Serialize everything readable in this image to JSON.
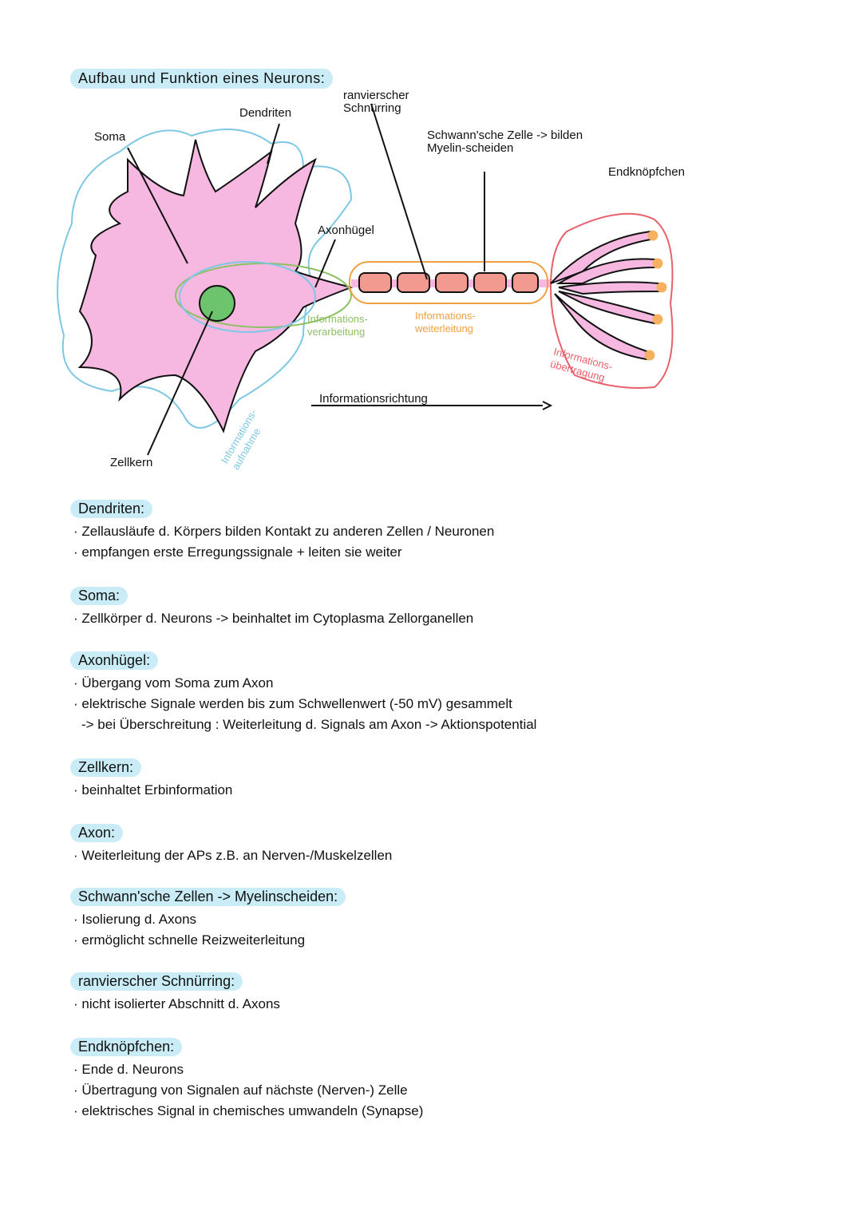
{
  "title": "Aufbau und Funktion eines Neurons:",
  "diagram": {
    "labels": {
      "soma": "Soma",
      "dendriten": "Dendriten",
      "ranvier": "ranvierscher Schnürring",
      "schwann": "Schwann'sche Zelle -> bilden Myelin-scheiden",
      "endknoepfchen": "Endknöpfchen",
      "axonhuegel": "Axonhügel",
      "verarbeitung": "Informations-verarbeitung",
      "weiterleitung": "Informations-weiterleitung",
      "uebertragung": "Informations-übertragung",
      "aufnahme": "Informations-aufnahme",
      "richtung": "Informationsrichtung",
      "zellkern": "Zellkern"
    },
    "colors": {
      "cell": "#f6b8e0",
      "aufnahme": "#7ec8e3",
      "verarbeitung": "#8cc063",
      "weiterleitung": "#f0a040",
      "uebertragung": "#e8606a",
      "nucleus": "#6cc46c"
    }
  },
  "sections": [
    {
      "heading": "Dendriten:",
      "bullets": [
        "· Zellausläufe d. Körpers bilden Kontakt zu anderen Zellen / Neuronen",
        "· empfangen erste Erregungssignale + leiten sie weiter"
      ]
    },
    {
      "heading": "Soma:",
      "bullets": [
        "· Zellkörper d. Neurons -> beinhaltet im Cytoplasma Zellorganellen"
      ]
    },
    {
      "heading": "Axonhügel:",
      "bullets": [
        "· Übergang vom Soma zum Axon",
        "· elektrische Signale werden bis zum Schwellenwert (-50 mV) gesammelt",
        "  -> bei Überschreitung : Weiterleitung d. Signals am Axon -> Aktionspotential"
      ]
    },
    {
      "heading": "Zellkern:",
      "bullets": [
        "· beinhaltet Erbinformation"
      ]
    },
    {
      "heading": "Axon:",
      "bullets": [
        "· Weiterleitung der APs z.B. an Nerven-/Muskelzellen"
      ]
    },
    {
      "heading": "Schwann'sche Zellen -> Myelinscheiden:",
      "bullets": [
        "· Isolierung d. Axons",
        "· ermöglicht schnelle Reizweiterleitung"
      ]
    },
    {
      "heading": "ranvierscher Schnürring:",
      "bullets": [
        "· nicht isolierter Abschnitt d. Axons"
      ]
    },
    {
      "heading": "Endknöpfchen:",
      "bullets": [
        "· Ende d. Neurons",
        "· Übertragung von Signalen auf nächste (Nerven-) Zelle",
        "· elektrisches Signal in chemisches umwandeln (Synapse)"
      ]
    }
  ]
}
